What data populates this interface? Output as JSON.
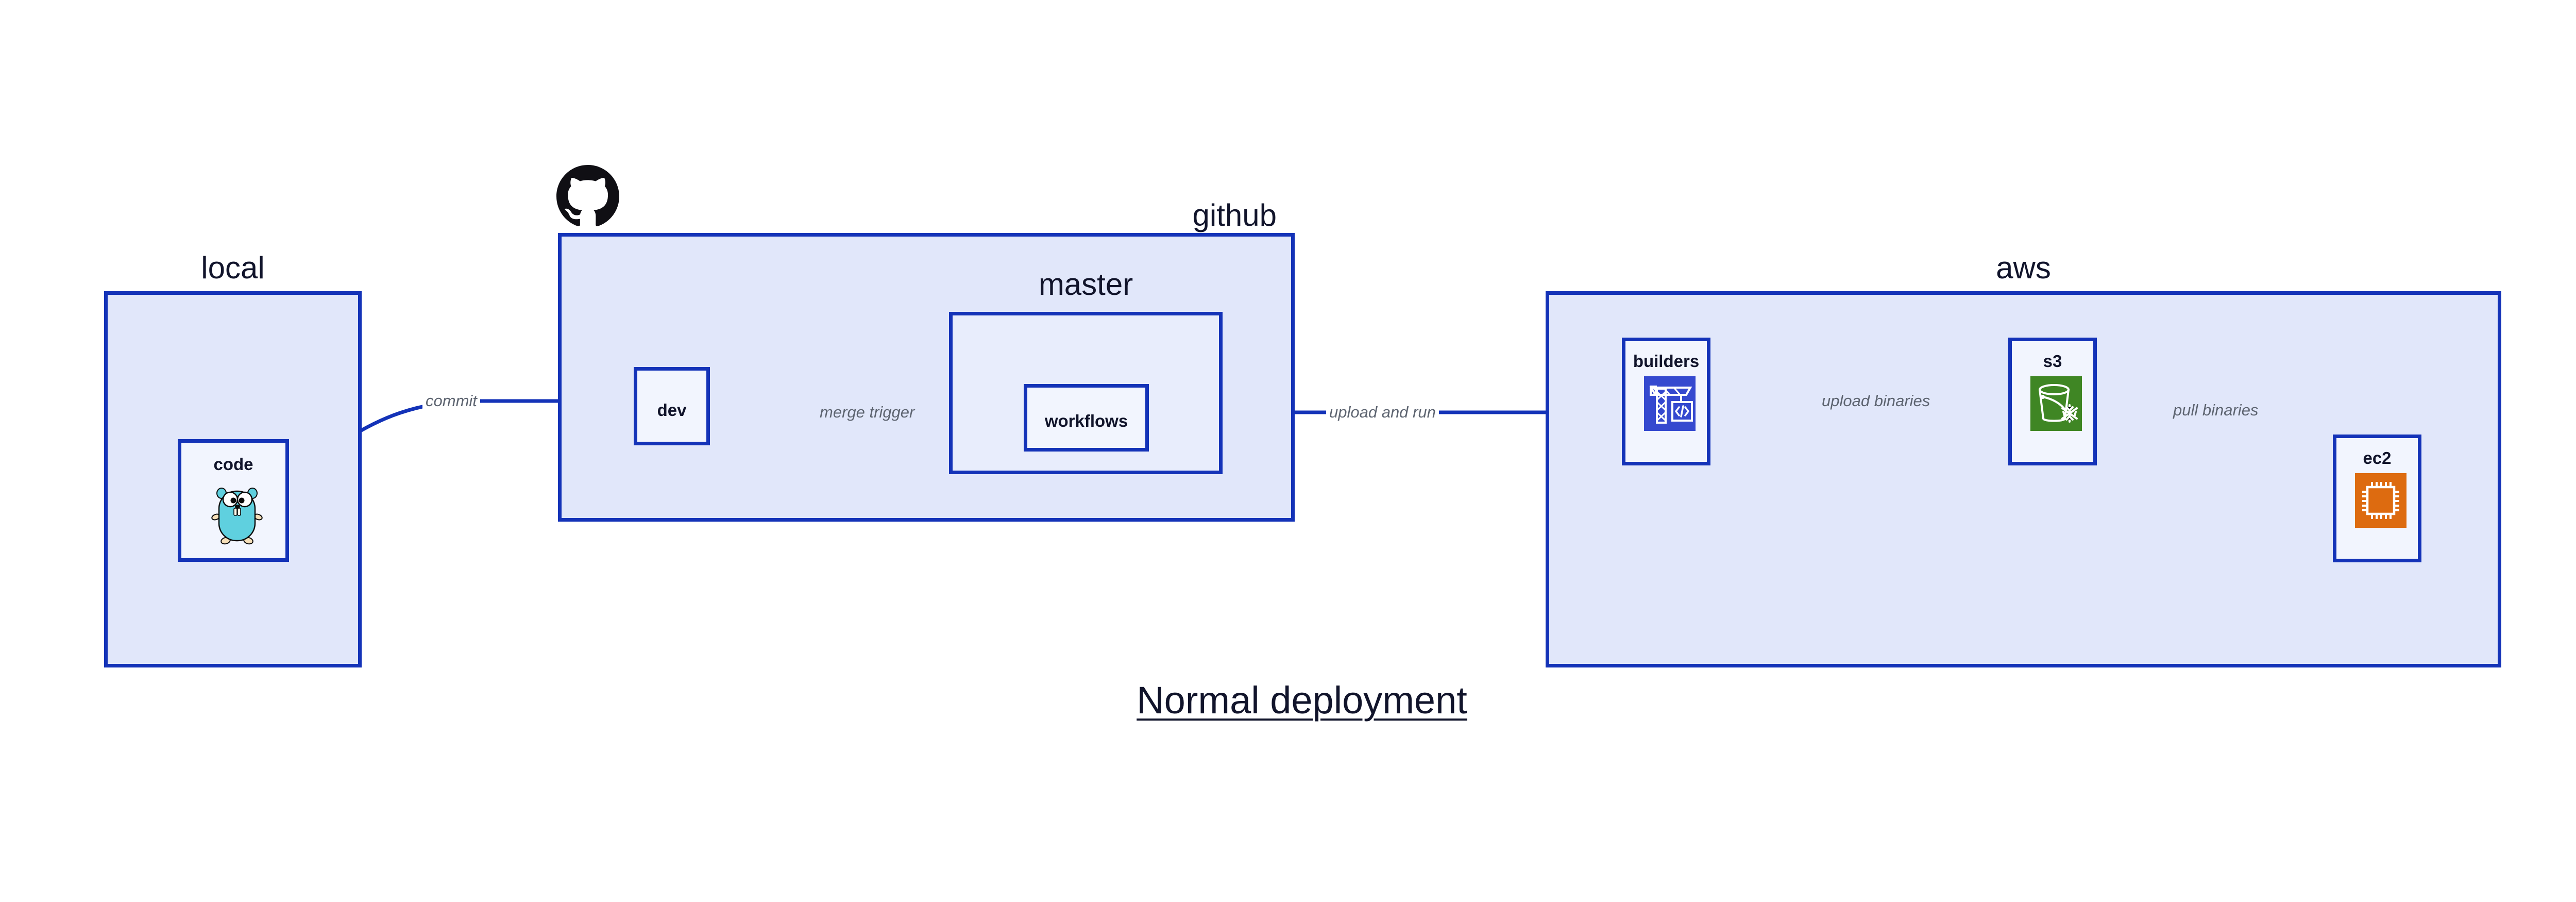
{
  "diagram": {
    "title": "Normal deployment",
    "title_underlined": true,
    "type": "architecture-flow",
    "background_color": "#ffffff",
    "accent_color": "#1433b8",
    "group_fill": "#e1e7fa",
    "node_fill": "#f2f5fe",
    "label_color": "#11142b",
    "edge_label_color": "#5d6470"
  },
  "groups": [
    {
      "id": "local",
      "label": "local",
      "label_align": "center",
      "nodes": [
        {
          "id": "code",
          "label": "code",
          "icon": "go-gopher-icon"
        }
      ]
    },
    {
      "id": "github",
      "label": "github",
      "label_align": "right",
      "badge_icon": "github-octocat-icon",
      "nodes": [
        {
          "id": "dev",
          "label": "dev",
          "icon": null
        }
      ],
      "subgroups": [
        {
          "id": "master",
          "label": "master",
          "label_align": "center",
          "nodes": [
            {
              "id": "workflows",
              "label": "workflows",
              "icon": null
            }
          ]
        }
      ]
    },
    {
      "id": "aws",
      "label": "aws",
      "label_align": "center",
      "nodes": [
        {
          "id": "builders",
          "label": "builders",
          "icon": "aws-builders-crane-icon",
          "icon_color": "#3549cf"
        },
        {
          "id": "s3",
          "label": "s3",
          "icon": "aws-s3-bucket-icon",
          "icon_color": "#3f8624"
        },
        {
          "id": "ec2",
          "label": "ec2",
          "icon": "aws-ec2-chip-icon",
          "icon_color": "#dd6b10"
        }
      ]
    }
  ],
  "edges": [
    {
      "id": "edge-commit",
      "label": "commit",
      "from": "code",
      "to": "dev",
      "style": "curved"
    },
    {
      "id": "edge-merge-trigger",
      "label": "merge trigger",
      "from": "dev",
      "to": "workflows",
      "style": "straight"
    },
    {
      "id": "edge-upload-and-run",
      "label": "upload and run",
      "from": "workflows",
      "to": "builders",
      "style": "straight"
    },
    {
      "id": "edge-upload-binaries",
      "label": "upload binaries",
      "from": "builders",
      "to": "s3",
      "style": "straight"
    },
    {
      "id": "edge-pull-binaries",
      "label": "pull binaries",
      "from": "s3",
      "to": "ec2",
      "style": "curved"
    }
  ]
}
